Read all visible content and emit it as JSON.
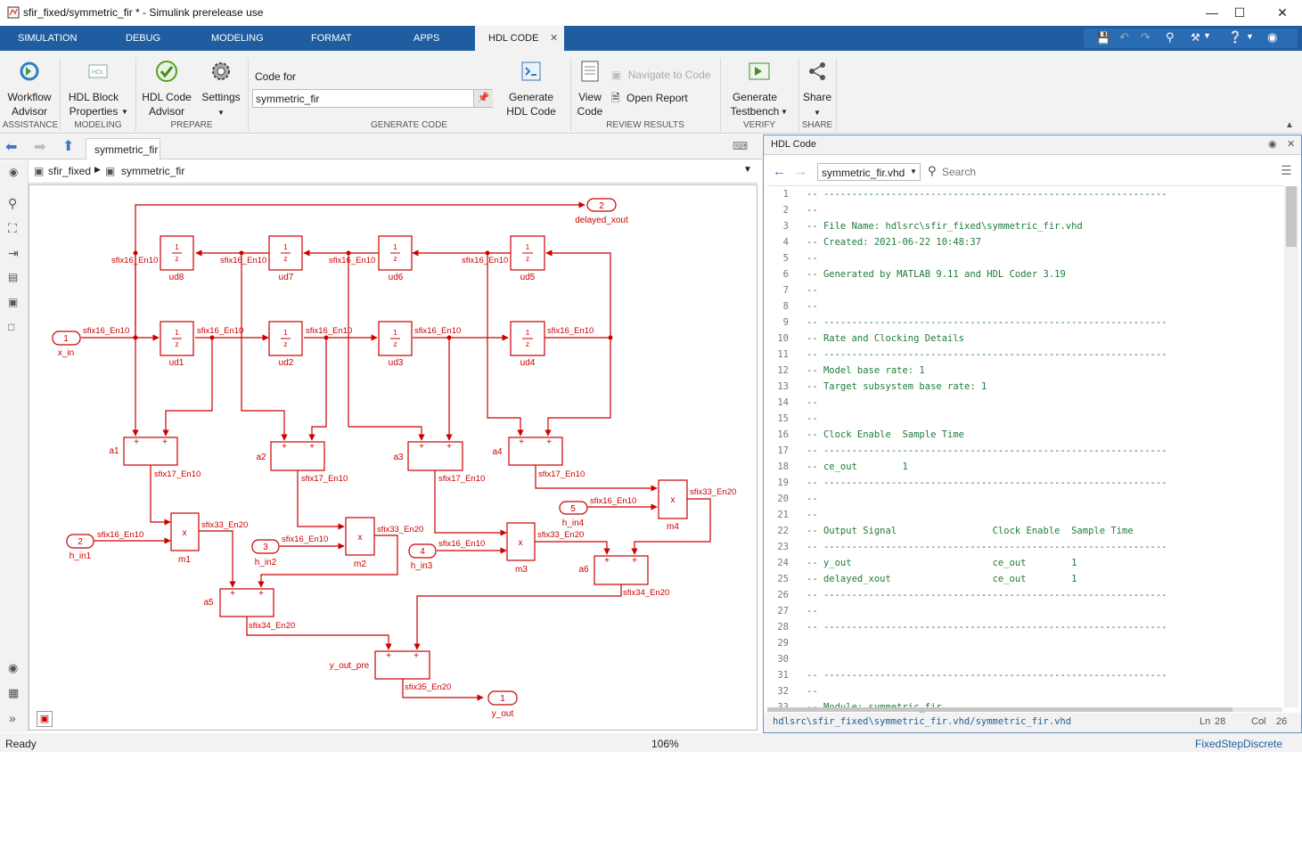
{
  "window": {
    "title": "sfir_fixed/symmetric_fir * - Simulink prerelease use",
    "controls": [
      "minimize-icon",
      "maximize-icon",
      "close-icon"
    ]
  },
  "tabs": [
    {
      "label": "SIMULATION"
    },
    {
      "label": "DEBUG"
    },
    {
      "label": "MODELING"
    },
    {
      "label": "FORMAT"
    },
    {
      "label": "APPS"
    },
    {
      "label": "HDL CODE",
      "active": true
    }
  ],
  "ribbon": {
    "workflow_advisor": "Workflow\nAdvisor",
    "hdl_block_properties": "HDL Block\nProperties",
    "hdl_code_advisor": "HDL Code\nAdvisor",
    "settings": "Settings",
    "code_for_label": "Code for",
    "code_for_value": "symmetric_fir",
    "generate_hdl_code": "Generate\nHDL Code",
    "view_code": "View\nCode",
    "navigate_to_code": "Navigate to Code",
    "open_report": "Open Report",
    "generate_testbench": "Generate\nTestbench",
    "share": "Share",
    "groups": {
      "assistance": "ASSISTANCE",
      "modeling": "MODELING",
      "prepare": "PREPARE",
      "generate_code": "GENERATE CODE",
      "review_results": "REVIEW RESULTS",
      "verify": "VERIFY",
      "share": "SHARE"
    }
  },
  "editor": {
    "tab_label": "symmetric_fir",
    "breadcrumb": [
      "sfir_fixed",
      "symmetric_fir"
    ],
    "zoom": "106%"
  },
  "model": {
    "ports": {
      "x_in": {
        "num": "1",
        "name": "x_in"
      },
      "h_in1": {
        "num": "2",
        "name": "h_in1"
      },
      "h_in2": {
        "num": "3",
        "name": "h_in2"
      },
      "h_in3": {
        "num": "4",
        "name": "h_in3"
      },
      "h_in4": {
        "num": "5",
        "name": "h_in4"
      },
      "y_out": {
        "num": "1",
        "name": "y_out"
      },
      "delayed_xout": {
        "num": "2",
        "name": "delayed_xout"
      }
    },
    "delay_glyph": {
      "num": "1",
      "den": "z"
    },
    "delays": [
      "ud1",
      "ud2",
      "ud3",
      "ud4",
      "ud5",
      "ud6",
      "ud7",
      "ud8"
    ],
    "adders": [
      "a1",
      "a2",
      "a3",
      "a4",
      "a5",
      "a6",
      "y_out_pre"
    ],
    "mults": [
      "m1",
      "m2",
      "m3",
      "m4"
    ],
    "signals": {
      "s16": "sfix16_En10",
      "s17": "sfix17_En10",
      "s33": "sfix33_En20",
      "s34": "sfix34_En20",
      "s35": "sfix35_En20"
    },
    "symbols": {
      "plus": "+",
      "times": "x"
    }
  },
  "hdl_panel": {
    "title": "HDL Code",
    "file": "symmetric_fir.vhd",
    "search_placeholder": "Search",
    "path": "hdlsrc\\sfir_fixed\\symmetric_fir.vhd/symmetric_fir.vhd",
    "ln_label": "Ln",
    "ln": "28",
    "col_label": "Col",
    "col": "26",
    "lines": [
      "-- -------------------------------------------------------------",
      "--",
      "-- File Name: hdlsrc\\sfir_fixed\\symmetric_fir.vhd",
      "-- Created: 2021-06-22 10:48:37",
      "--",
      "-- Generated by MATLAB 9.11 and HDL Coder 3.19",
      "--",
      "--",
      "-- -------------------------------------------------------------",
      "-- Rate and Clocking Details",
      "-- -------------------------------------------------------------",
      "-- Model base rate: 1",
      "-- Target subsystem base rate: 1",
      "--",
      "--",
      "-- Clock Enable  Sample Time",
      "-- -------------------------------------------------------------",
      "-- ce_out        1",
      "-- -------------------------------------------------------------",
      "--",
      "--",
      "-- Output Signal                 Clock Enable  Sample Time",
      "-- -------------------------------------------------------------",
      "-- y_out                         ce_out        1",
      "-- delayed_xout                  ce_out        1",
      "-- -------------------------------------------------------------",
      "--",
      "-- -------------------------------------------------------------",
      "",
      "",
      "-- -------------------------------------------------------------",
      "--",
      "-- Module: symmetric_fir"
    ]
  },
  "status": {
    "left": "Ready",
    "zoom": "106%",
    "solver": "FixedStepDiscrete"
  },
  "colors": {
    "tab_bar": "#1f5da0",
    "signal": "#cc0000",
    "comment": "#1e7c3a"
  }
}
